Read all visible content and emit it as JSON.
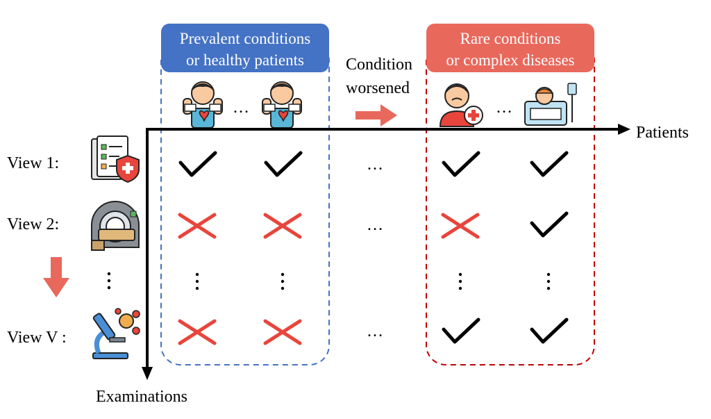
{
  "groups": {
    "prevalent": {
      "line1": "Prevalent conditions",
      "line2": "or healthy patients",
      "color": "#4472c4"
    },
    "rare": {
      "line1": "Rare conditions",
      "line2": "or complex diseases",
      "color": "#e8685c"
    }
  },
  "transition": {
    "line1": "Condition",
    "line2": "worsened",
    "arrow_color": "#e8685c"
  },
  "axes": {
    "x_label": "Patients",
    "y_label": "Examinations"
  },
  "views": [
    {
      "label": "View 1:",
      "icon": "medical-report-shield-icon"
    },
    {
      "label": "View 2:",
      "icon": "mri-scanner-icon"
    },
    {
      "label": "",
      "icon": ""
    },
    {
      "label": "View V :",
      "icon": "microscope-icon"
    }
  ],
  "marks": {
    "check_color": "#000000",
    "cross_color": "#e8453c",
    "ellipsis": "…",
    "grid": [
      [
        "check",
        "check",
        "ellipsis",
        "check",
        "check"
      ],
      [
        "cross",
        "cross",
        "ellipsis",
        "cross",
        "check"
      ],
      [
        "vdots",
        "vdots",
        "",
        "vdots",
        "vdots"
      ],
      [
        "cross",
        "cross",
        "ellipsis",
        "check",
        "check"
      ]
    ]
  },
  "patient_icons": [
    "healthy-patient-icon",
    "healthy-patient-icon",
    "sick-patient-icon",
    "bedridden-patient-icon"
  ],
  "patient_ellipsis": "…"
}
